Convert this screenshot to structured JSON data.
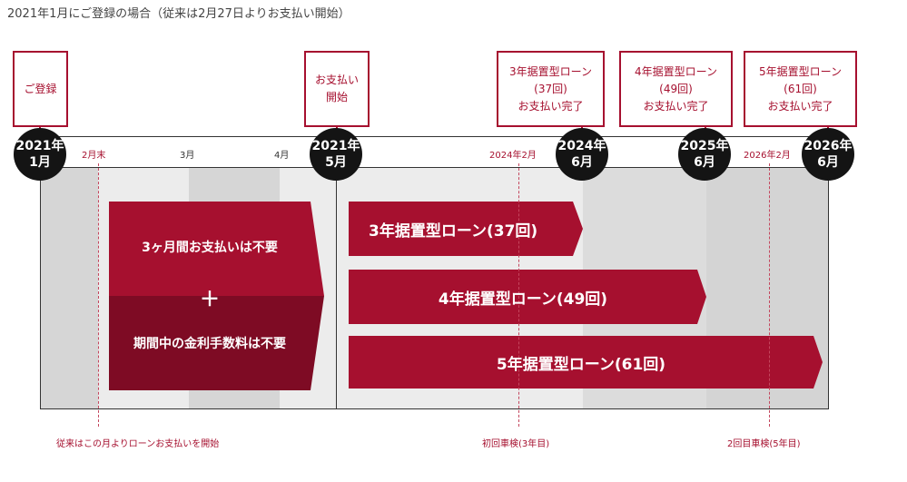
{
  "caption": "2021年1月にご登録の場合（従来は2月27日よりお支払い開始）",
  "milestones": {
    "register": [
      "ご登録"
    ],
    "payment_start": [
      "お支払い",
      "開始"
    ],
    "loan3_complete": [
      "3年据置型ローン",
      "(37回)",
      "お支払い完了"
    ],
    "loan4_complete": [
      "4年据置型ローン",
      "(49回)",
      "お支払い完了"
    ],
    "loan5_complete": [
      "5年据置型ローン",
      "(61回)",
      "お支払い完了"
    ]
  },
  "dates": {
    "d2021_01": [
      "2021年",
      "1月"
    ],
    "d2021_05": [
      "2021年",
      "5月"
    ],
    "d2024_06": [
      "2024年",
      "6月"
    ],
    "d2025_06": [
      "2025年",
      "6月"
    ],
    "d2026_06": [
      "2026年",
      "6月"
    ]
  },
  "ticks": {
    "feb_end": "2月末",
    "mar": "3月",
    "apr": "4月",
    "feb_2024": "2024年2月",
    "feb_2026": "2026年2月"
  },
  "grace": {
    "no_payment": "3ヶ月間お支払いは不要",
    "plus": "＋",
    "no_interest": "期間中の金利手数料は不要"
  },
  "loans": [
    {
      "label": "3年据置型ローン(37回)"
    },
    {
      "label": "4年据置型ローン(49回)"
    },
    {
      "label": "5年据置型ローン(61回)"
    }
  ],
  "notes": {
    "feb": "従来はこの月よりローンお支払いを開始",
    "inspection1": "初回車検(3年目)",
    "inspection2": "2回目車検(5年目)"
  },
  "colors": {
    "primary_red": "#a6102f",
    "dark_red": "#7e0b24",
    "circle": "#141414",
    "stripe_dark": "#d6d6d6",
    "stripe_light": "#ececec"
  }
}
